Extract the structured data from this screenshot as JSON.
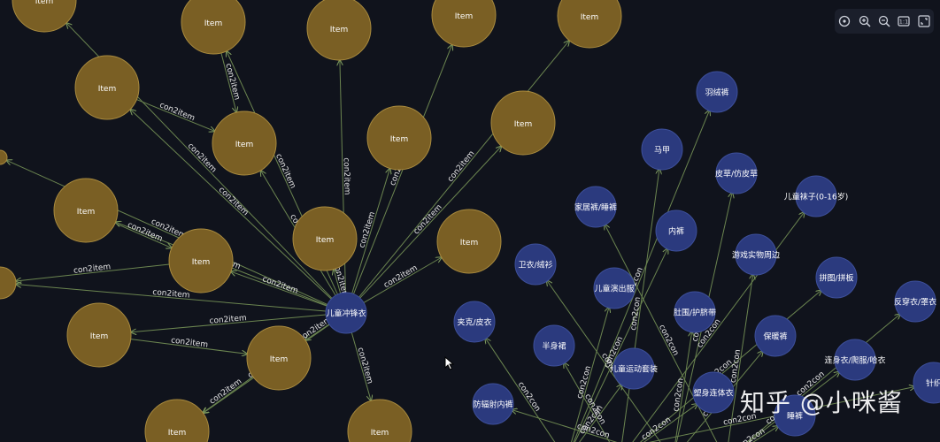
{
  "colors": {
    "background": "#10131c",
    "item_node_fill": "#7a5f24",
    "item_node_stroke": "#a88a3e",
    "category_node_fill": "#2b3a7e",
    "category_node_stroke": "#3d4f9a",
    "edge": "#6b8550",
    "edge_label": "#e6e6e6",
    "node_label": "#ffffff"
  },
  "toolbar": {
    "buttons": [
      {
        "icon": "fit-view-icon"
      },
      {
        "icon": "zoom-in-icon"
      },
      {
        "icon": "zoom-out-icon"
      },
      {
        "icon": "actual-size-icon",
        "label": "1:1"
      },
      {
        "icon": "fullscreen-icon"
      }
    ]
  },
  "watermark": "知乎 @小咪酱",
  "graph": {
    "center_label": "儿童冲锋衣",
    "item_label": "Item",
    "edge_label_item": "con2item",
    "edge_label_con": "con2con",
    "category_labels": [
      "羽绒裤",
      "马甲",
      "皮草/仿皮草",
      "家居裤/睡裤",
      "内裤",
      "儿童袜子(0-16岁)",
      "卫衣/绒衫",
      "游戏实物周边",
      "儿童演出服",
      "拼图/拼板",
      "肚围/护脐带",
      "反穿衣/罩衣",
      "夹克/皮衣",
      "半身裙",
      "保暖裤",
      "连身衣/爬服/哈衣",
      "儿童运动套装",
      "塑身连体衣",
      "防辐射内裤",
      "睡裤",
      "针织"
    ]
  }
}
